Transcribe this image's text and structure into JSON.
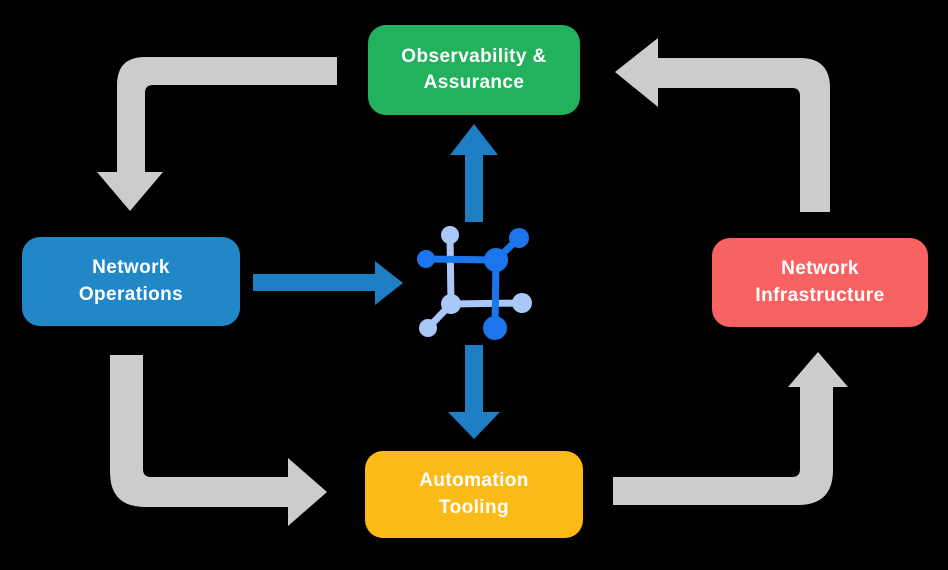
{
  "background_color": "#000000",
  "text_color": "#ffffff",
  "diagram": {
    "nodes": {
      "observability": {
        "label": "Observability &\nAssurance",
        "color": "#22b15c"
      },
      "operations": {
        "label": "Network\nOperations",
        "color": "#2287c6"
      },
      "infrastructure": {
        "label": "Network\nInfrastructure",
        "color": "#f96262"
      },
      "automation": {
        "label": "Automation\nTooling",
        "color": "#fcba17"
      }
    },
    "center_icon": {
      "name": "network-topology-icon",
      "color_primary": "#1b76ed",
      "color_secondary": "#a9c8f7"
    },
    "arrows": {
      "gray_color": "#cccccc",
      "blue_color": "#1f7fc4",
      "flows": [
        {
          "from": "Observability & Assurance",
          "to": "Network Operations",
          "style": "gray-elbow"
        },
        {
          "from": "Network Operations",
          "to": "Automation Tooling",
          "style": "gray-elbow"
        },
        {
          "from": "Automation Tooling",
          "to": "Network Infrastructure",
          "style": "gray-elbow"
        },
        {
          "from": "Network Infrastructure",
          "to": "Observability & Assurance",
          "style": "gray-elbow"
        },
        {
          "from": "Network Operations",
          "to": "center-icon",
          "style": "blue-straight"
        },
        {
          "from": "center-icon",
          "to": "Observability & Assurance",
          "style": "blue-straight"
        },
        {
          "from": "center-icon",
          "to": "Automation Tooling",
          "style": "blue-straight"
        }
      ]
    }
  }
}
